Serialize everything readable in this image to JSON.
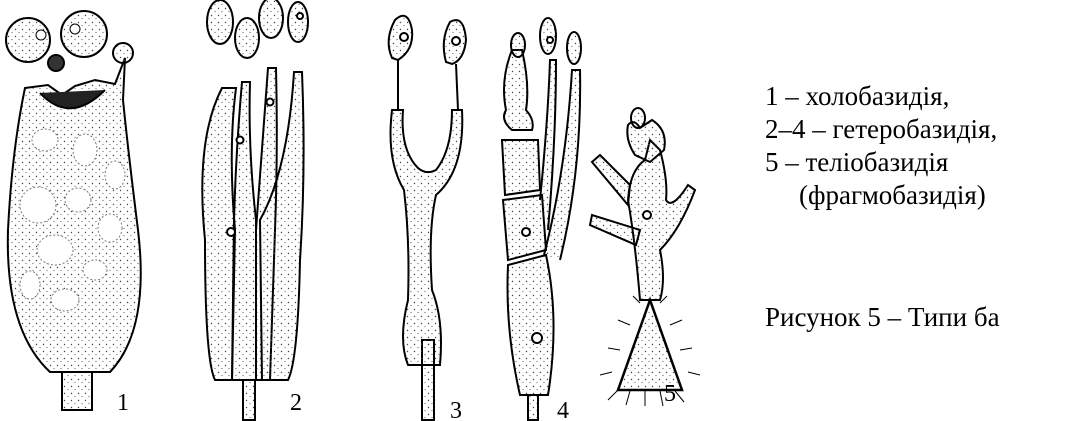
{
  "panel_labels": [
    "1",
    "2",
    "3",
    "4",
    "5"
  ],
  "legend": [
    "1 – холобазидія,",
    "2–4 – гетеробазидія,",
    "5 – теліобазидія",
    "(фрагмобазидія)"
  ],
  "caption": "Рисунок 5 – Типи ба"
}
